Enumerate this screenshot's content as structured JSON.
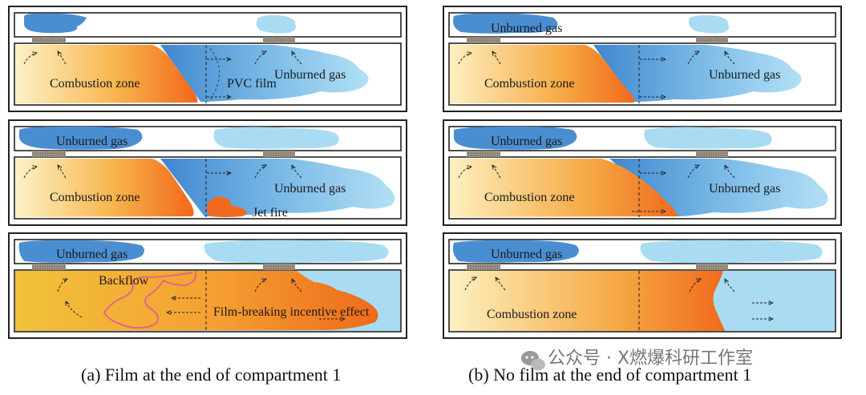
{
  "labels": {
    "unburned_gas": "Unburned gas",
    "combustion_zone": "Combustion zone",
    "pvc_film": "PVC film",
    "jet_fire": "Jet fire",
    "backflow": "Backflow",
    "film_breaking": "Film-breaking incentive effect"
  },
  "captions": {
    "left": "(a) Film at the end of compartment 1",
    "right": "(b) No film at the end of compartment 1"
  },
  "watermark": "公众号 · X燃爆科研工作室",
  "colors": {
    "frame": "#222222",
    "gas_dark": "#4a8ed2",
    "gas_light": "#a9dcf2",
    "flame_light": "#fdf0c2",
    "flame_mid": "#f6b24b",
    "flame_hot": "#f36f1c",
    "backflow_line": "#e0678c"
  }
}
